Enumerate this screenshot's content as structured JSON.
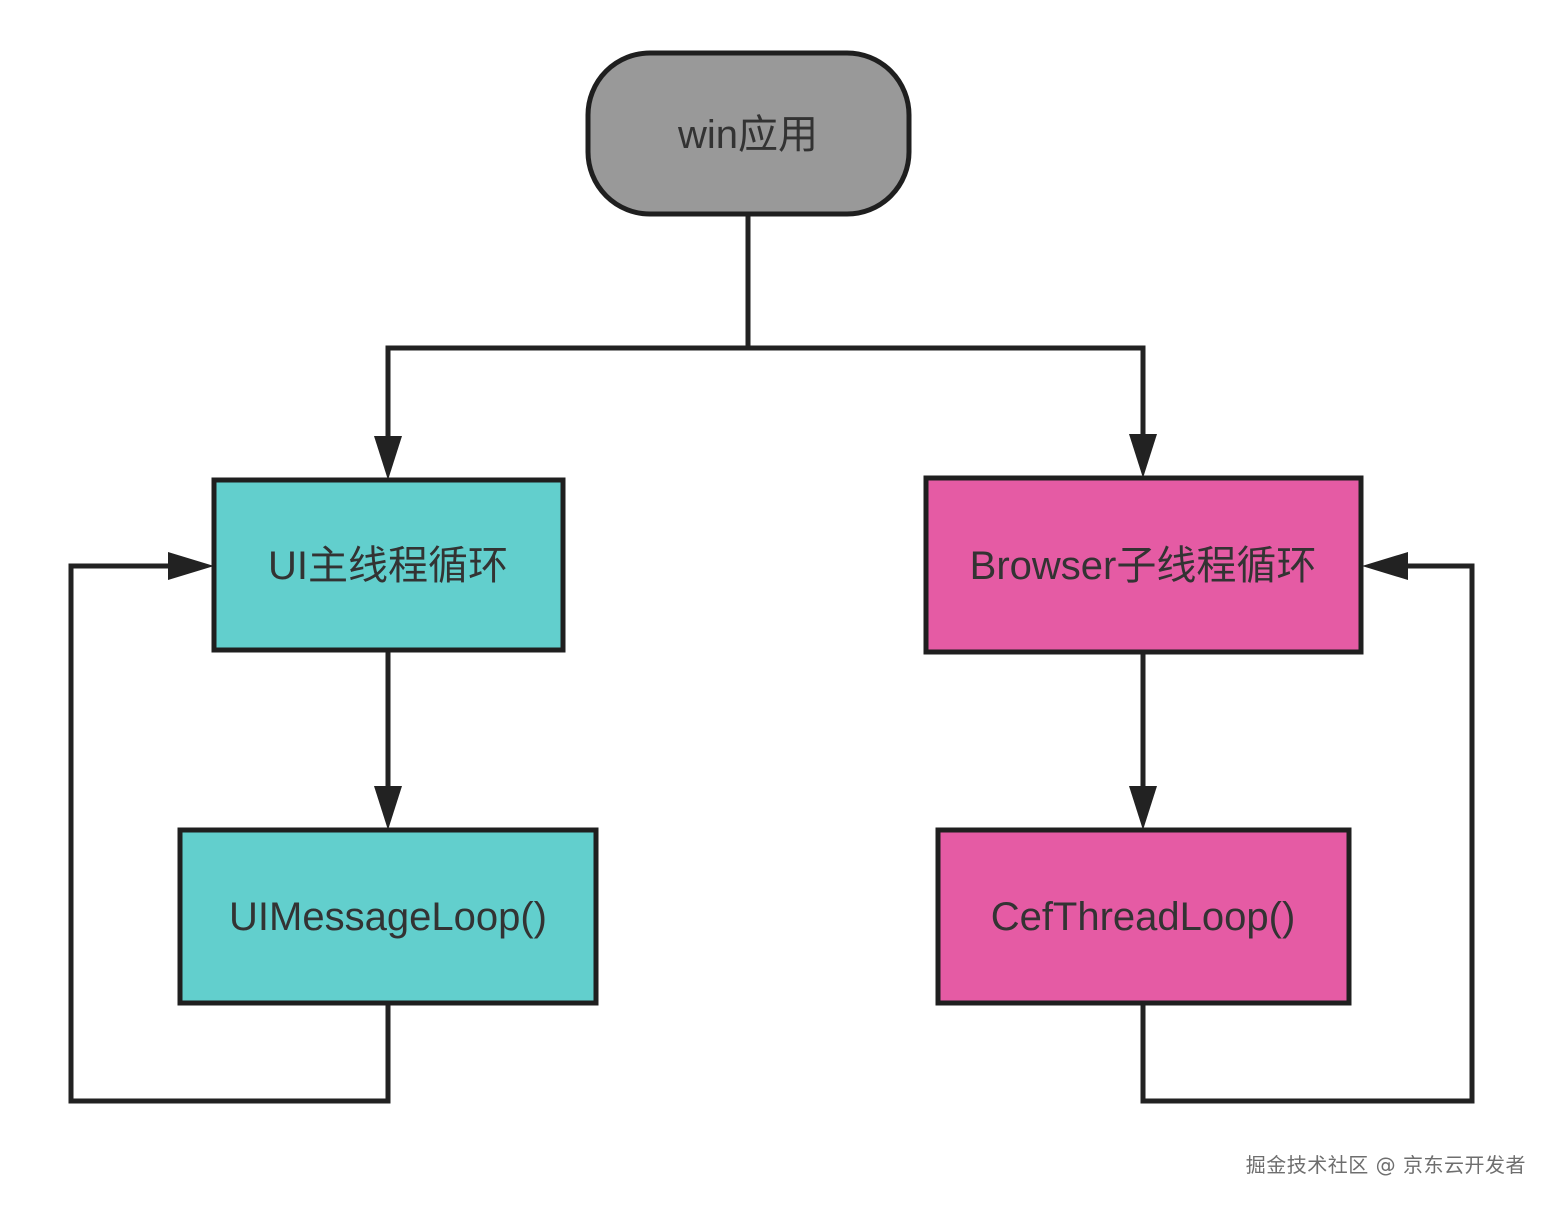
{
  "diagram": {
    "nodes": {
      "win_app": {
        "label": "win应用",
        "shape": "rounded-rect",
        "color": "#999999"
      },
      "ui_main_loop": {
        "label": "UI主线程循环",
        "shape": "rect",
        "color": "#62cfcd"
      },
      "ui_message_loop": {
        "label": "UIMessageLoop()",
        "shape": "rect",
        "color": "#62cfcd"
      },
      "browser_sub_loop": {
        "label": "Browser子线程循环",
        "shape": "rect",
        "color": "#e55ba4"
      },
      "cef_thread_loop": {
        "label": "CefThreadLoop()",
        "shape": "rect",
        "color": "#e55ba4"
      }
    },
    "edges": [
      {
        "from": "win_app",
        "to": "ui_main_loop"
      },
      {
        "from": "win_app",
        "to": "browser_sub_loop"
      },
      {
        "from": "ui_main_loop",
        "to": "ui_message_loop"
      },
      {
        "from": "ui_message_loop",
        "to": "ui_main_loop",
        "kind": "loop-back"
      },
      {
        "from": "browser_sub_loop",
        "to": "cef_thread_loop"
      },
      {
        "from": "cef_thread_loop",
        "to": "browser_sub_loop",
        "kind": "loop-back"
      }
    ],
    "stroke_color": "#222222"
  },
  "watermark": {
    "text": "掘金技术社区 @ 京东云开发者"
  }
}
